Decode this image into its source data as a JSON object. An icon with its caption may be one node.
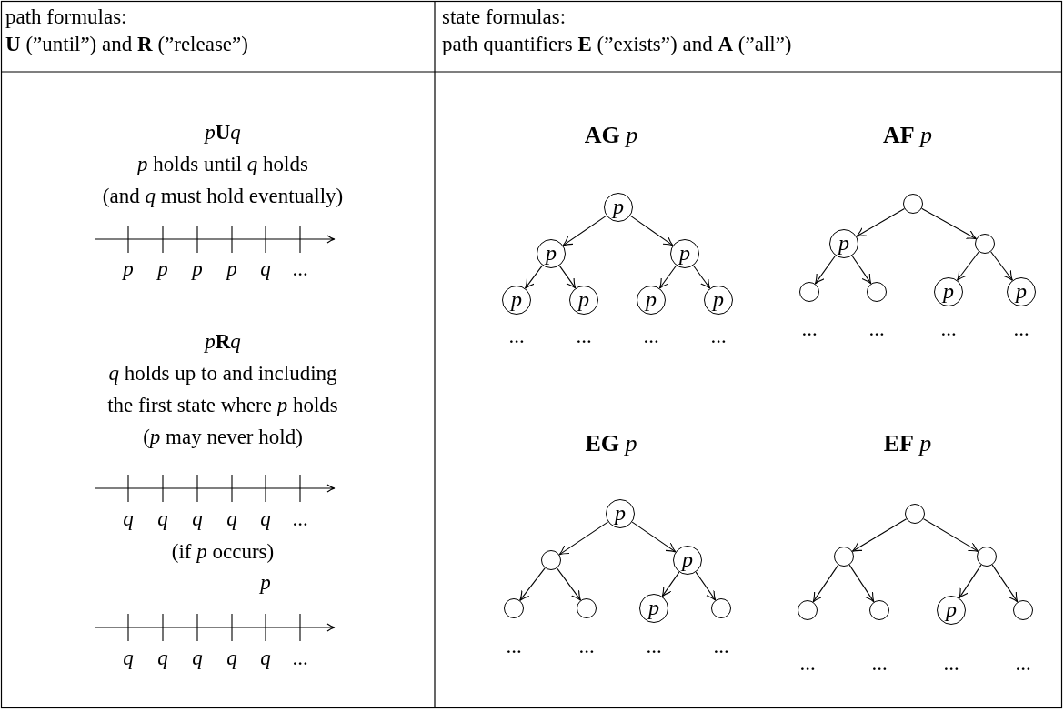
{
  "diagram": {
    "nodes": [
      {
        "text": [
          "p"
        ]
      },
      {
        "text": [
          "p"
        ]
      },
      {
        "text": [
          "p"
        ]
      },
      {
        "text": [
          "p"
        ]
      },
      {
        "text": [
          "p"
        ]
      },
      {
        "text": [
          "p"
        ]
      },
      {
        "text": [
          "p"
        ]
      },
      {
        "text": [],
        "shape": "circle"
      },
      {
        "text": [
          "p"
        ]
      },
      {
        "text": [],
        "shape": "circle"
      },
      {
        "text": [],
        "shape": "circle"
      },
      {
        "text": [],
        "shape": "circle"
      },
      {
        "text": [
          "p"
        ]
      },
      {
        "text": [
          "p"
        ]
      },
      {
        "text": [
          "p"
        ]
      },
      {
        "text": [],
        "shape": "circle"
      },
      {
        "text": [
          "p"
        ]
      },
      {
        "text": [],
        "shape": "circle"
      },
      {
        "text": [],
        "shape": "circle"
      },
      {
        "text": [
          "p"
        ]
      },
      {
        "text": [],
        "shape": "circle"
      },
      {
        "text": [],
        "shape": "circle"
      },
      {
        "text": [],
        "shape": "circle"
      },
      {
        "text": [],
        "shape": "circle"
      },
      {
        "text": [],
        "shape": "circle"
      },
      {
        "text": [],
        "shape": "circle"
      },
      {
        "text": [
          "p"
        ]
      },
      {
        "text": [],
        "shape": "circle"
      }
    ],
    "edges": [
      {
        "from": 0,
        "to": 1,
        "arrow": "to"
      },
      {
        "from": 0,
        "to": 2,
        "arrow": "to"
      },
      {
        "from": 1,
        "to": 3,
        "arrow": "to"
      },
      {
        "from": 1,
        "to": 4,
        "arrow": "to"
      },
      {
        "from": 2,
        "to": 5,
        "arrow": "to"
      },
      {
        "from": 2,
        "to": 6,
        "arrow": "to"
      },
      {
        "from": 7,
        "to": 8,
        "arrow": "to"
      },
      {
        "from": 7,
        "to": 9,
        "arrow": "to"
      },
      {
        "from": 8,
        "to": 10,
        "arrow": "to"
      },
      {
        "from": 8,
        "to": 11,
        "arrow": "to"
      },
      {
        "from": 9,
        "to": 12,
        "arrow": "to"
      },
      {
        "from": 9,
        "to": 13,
        "arrow": "to"
      },
      {
        "from": 14,
        "to": 15,
        "arrow": "to"
      },
      {
        "from": 14,
        "to": 16,
        "arrow": "to"
      },
      {
        "from": 15,
        "to": 17,
        "arrow": "to"
      },
      {
        "from": 15,
        "to": 18,
        "arrow": "to"
      },
      {
        "from": 16,
        "to": 19,
        "arrow": "to"
      },
      {
        "from": 16,
        "to": 20,
        "arrow": "to"
      },
      {
        "from": 21,
        "to": 22,
        "arrow": "to"
      },
      {
        "from": 21,
        "to": 23,
        "arrow": "to"
      },
      {
        "from": 22,
        "to": 24,
        "arrow": "to"
      },
      {
        "from": 22,
        "to": 25,
        "arrow": "to"
      },
      {
        "from": 23,
        "to": 26,
        "arrow": "to"
      },
      {
        "from": 23,
        "to": 27,
        "arrow": "to"
      }
    ],
    "labels": [
      "path formulas:",
      "**U** (”until”) and **R** (”release”)",
      "state formulas:",
      "path quantifiers **E** (”exists”) and **A** (”all”)",
      "p**U**q",
      "*p* holds until *q* holds",
      "(and *q* must hold eventually)",
      "p",
      "p",
      "p",
      "p",
      "q",
      "...",
      "p**R**q",
      "*q* holds up to and including",
      "the first state where *p* holds",
      "(*p* may never hold)",
      "q",
      "q",
      "q",
      "q",
      "q",
      "...",
      "(if *p* occurs)",
      "p",
      "q",
      "q",
      "q",
      "q",
      "q",
      "...",
      "**AG** *p*",
      "**AF** *p*",
      "...",
      "...",
      "...",
      "...",
      "...",
      "...",
      "...",
      "...",
      "**EG** *p*",
      "**EF** *p*",
      "...",
      "...",
      "...",
      "...",
      "...",
      "...",
      "...",
      "..."
    ]
  }
}
